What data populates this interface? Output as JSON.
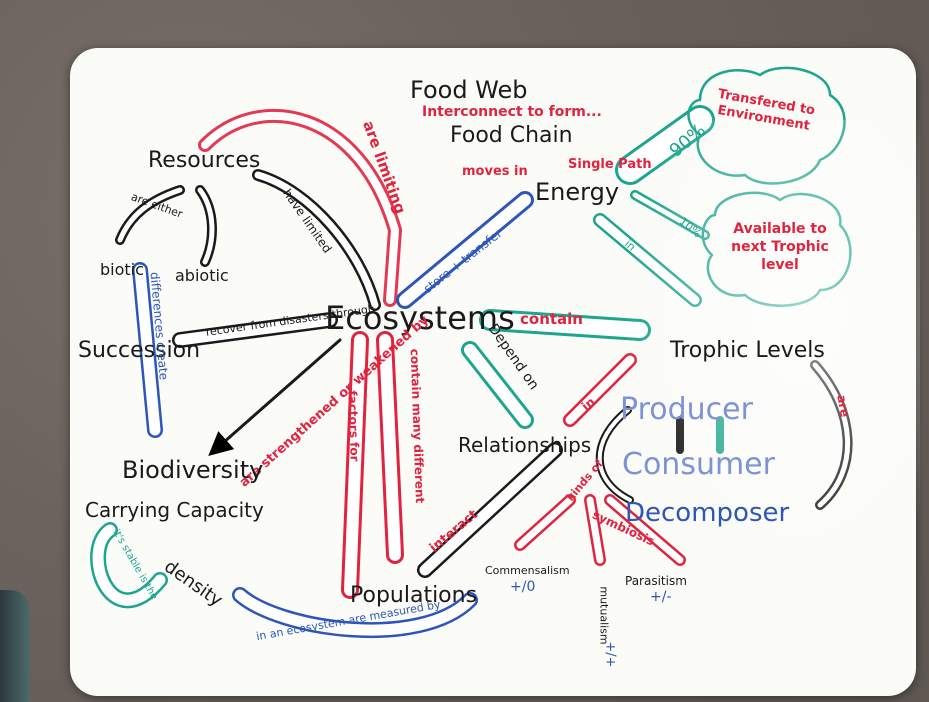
{
  "map": {
    "center": "Ecosystems",
    "nodes": {
      "food_web": "Food Web",
      "interconnect": "Interconnect to form...",
      "food_chain": "Food Chain",
      "moves_in": "moves in",
      "single_path": "Single Path",
      "energy": "Energy",
      "resources": "Resources",
      "are_either": "are either",
      "biotic": "biotic",
      "abiotic": "abiotic",
      "have_limited": "have limited",
      "are_limiting": "are limiting",
      "succession": "Succession",
      "recover": "recover from disasters through",
      "differences_create": "differences create",
      "biodiversity": "Biodiversity",
      "strengthened": "are strengthened or weakened by",
      "carrying_capacity": "Carrying Capacity",
      "density": "density",
      "stable": "it's stable is the",
      "factors_for": "factors for",
      "contain_many": "contain many different",
      "populations": "Populations",
      "measured_by": "in an ecosystem are measured by",
      "store_transfer": "store + transfer",
      "contain": "contain",
      "depend_on": "Depend on",
      "relationships": "Relationships",
      "interact": "interact",
      "kinds": "kinds of",
      "symbiosis": "symbiosis",
      "commensalism": "Commensalism",
      "commensalism_sign": "+/0",
      "mutualism": "mutualism",
      "mutualism_sign": "+/+",
      "parasitism": "Parasitism",
      "parasitism_sign": "+/-",
      "in": "in",
      "trophic_levels": "Trophic Levels",
      "producer": "Producer",
      "consumer": "Consumer",
      "decomposer": "Decomposer",
      "are": "are",
      "pct90": "90%",
      "pct10": "10%",
      "transfered": "Transfered to Environment",
      "available": "Available to next Trophic level"
    }
  }
}
